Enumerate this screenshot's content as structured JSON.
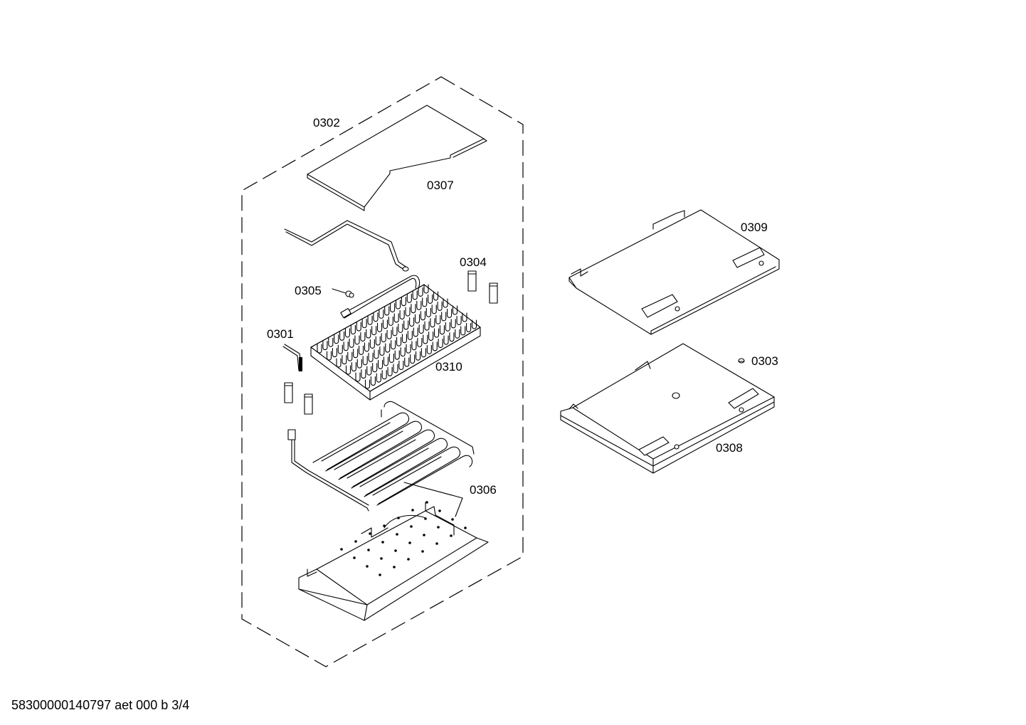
{
  "labels": {
    "p0301": "0301",
    "p0302": "0302",
    "p0303": "0303",
    "p0304": "0304",
    "p0305": "0305",
    "p0306": "0306",
    "p0307": "0307",
    "p0308": "0308",
    "p0309": "0309",
    "p0310": "0310"
  },
  "footer": "58300000140797 aet 000 b 3/4"
}
